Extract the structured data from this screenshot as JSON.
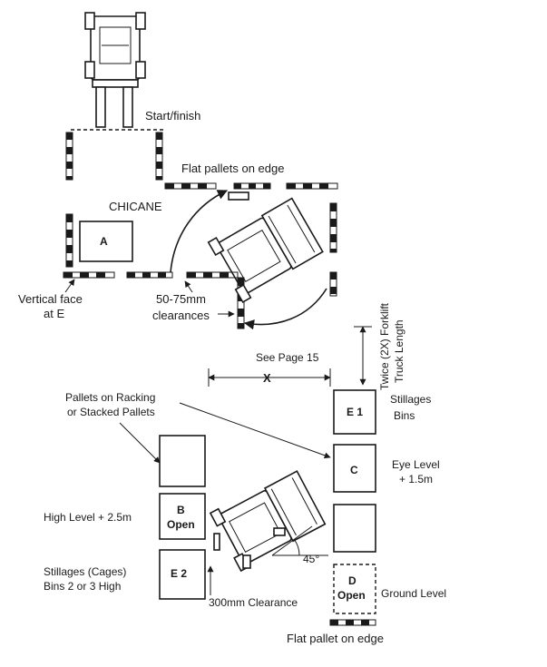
{
  "labels": {
    "start_finish": "Start/finish",
    "flat_pallets_top": "Flat pallets on edge",
    "chicane": "CHICANE",
    "vertical_face_1": "Vertical face",
    "vertical_face_2": "at E",
    "clearance_1": "50-75mm",
    "clearance_2": "clearances",
    "see_page": "See Page 15",
    "x_label": "X",
    "twice_1": "Twice (2X) Forklift",
    "twice_2": "Truck Length",
    "pallets_racking_1": "Pallets on Racking",
    "pallets_racking_2": "or Stacked Pallets",
    "stillages_1": "Stillages",
    "stillages_2": "Bins",
    "eye_level_1": "Eye Level",
    "eye_level_2": "+ 1.5m",
    "high_level": "High Level + 2.5m",
    "stillages_cages_1": "Stillages (Cages)",
    "stillages_cages_2": "Bins 2 or 3 High",
    "clearance_300": "300mm Clearance",
    "ground_level": "Ground Level",
    "flat_pallet_bottom": "Flat pallet on edge",
    "angle": "45°"
  },
  "boxes": {
    "a": "A",
    "e1": "E 1",
    "c": "C",
    "b": "B",
    "b_sub": "Open",
    "e2": "E 2",
    "d": "D",
    "d_sub": "Open"
  }
}
